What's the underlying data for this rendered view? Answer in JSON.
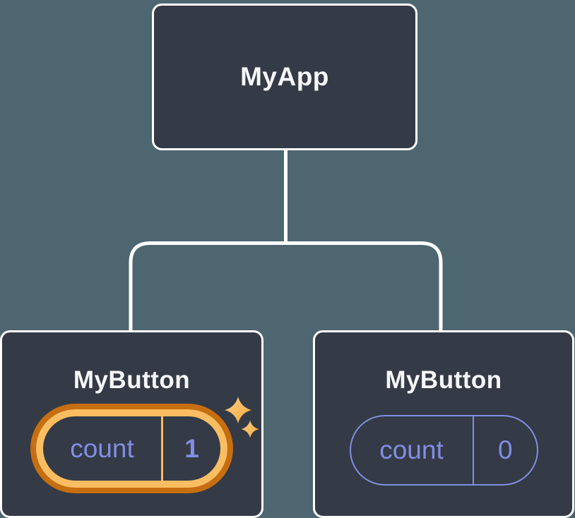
{
  "tree": {
    "root": {
      "label": "MyApp"
    },
    "children": [
      {
        "label": "MyButton",
        "state": {
          "key": "count",
          "value": "1"
        },
        "highlighted": true
      },
      {
        "label": "MyButton",
        "state": {
          "key": "count",
          "value": "0"
        },
        "highlighted": false
      }
    ]
  },
  "icons": {
    "sparkles": "four-point-sparkle-pair"
  },
  "colors": {
    "background": "#4E6670",
    "node-fill": "#343A46",
    "node-border": "#FFFFFF",
    "connector": "#FFFFFF",
    "title-text": "#F6F7F9",
    "state-purple": "#828EE4",
    "orange-light": "#FABD62",
    "orange-dark": "#C76E11",
    "sparkle-light": "#FDCE83",
    "sparkle-dark": "#F6A93F"
  }
}
